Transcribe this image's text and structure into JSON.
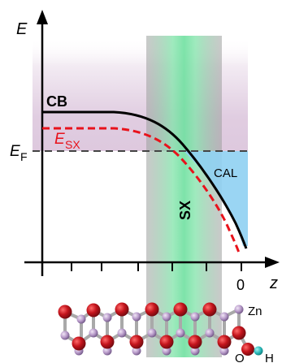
{
  "diagram": {
    "axes": {
      "y_label": "E",
      "x_label": "z",
      "x_zero_label": "0"
    },
    "curves": {
      "cb_label": "CB",
      "esx_label_main": "E",
      "esx_label_sub": "SX"
    },
    "levels": {
      "fermi_main": "E",
      "fermi_sub": "F"
    },
    "regions": {
      "cal_label": "CAL",
      "sx_label": "SX"
    },
    "atoms": {
      "zn_label": "Zn",
      "o_label": "O",
      "h_label": "H"
    },
    "colors": {
      "cb_curve": "#000000",
      "esx_curve": "#e8121b",
      "esx_label": "#e8121b",
      "fermi_line": "#444444",
      "cal_fill": "#8fd0f2",
      "sx_band": "#7fe3a8",
      "purple_band": "#c7a4c8",
      "oxygen": "#b3141c",
      "zinc": "#b79ac9",
      "hydrogen": "#28b8b8"
    }
  }
}
